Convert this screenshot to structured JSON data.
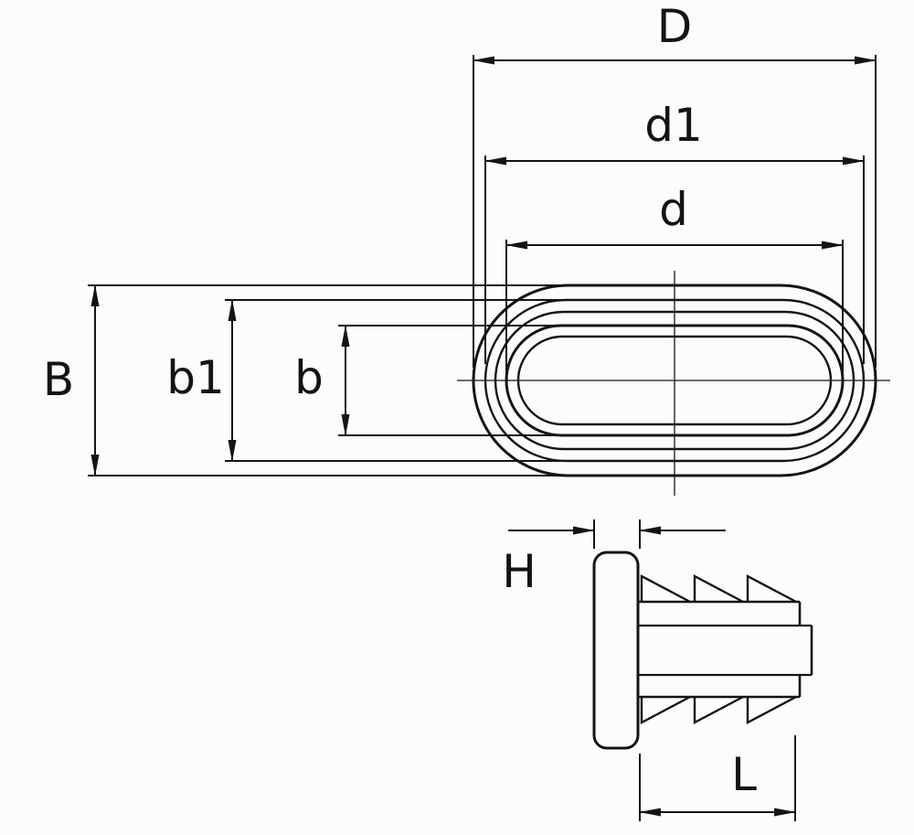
{
  "drawing": {
    "type": "technical-dimension-drawing",
    "subject": "oval tube insert plug, top view and side view",
    "background_color": "#fcfcfc",
    "line_color": "#141414",
    "labels": {
      "D": "D",
      "d1": "d1",
      "d": "d",
      "B": "B",
      "b1": "b1",
      "b": "b",
      "H": "H",
      "L": "L"
    }
  }
}
